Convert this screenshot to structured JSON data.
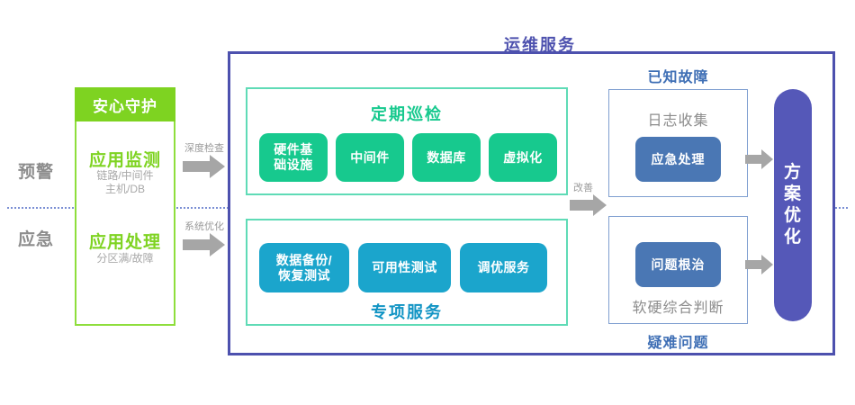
{
  "diagram": {
    "title": "运维服务",
    "stages": [
      {
        "label": "预警"
      },
      {
        "label": "应急"
      }
    ],
    "left_column": {
      "header": "安心守护",
      "items": [
        {
          "title": "应用监测",
          "sub_line1": "链路/中间件",
          "sub_line2": "主机/DB"
        },
        {
          "title": "应用处理",
          "sub_line1": "分区满/故障",
          "sub_line2": ""
        }
      ]
    },
    "connectors": [
      {
        "label": "深度检查",
        "icon": "arrow-right-icon"
      },
      {
        "label": "系统优化",
        "icon": "arrow-right-icon"
      },
      {
        "label": "改善",
        "icon": "arrow-right-icon"
      }
    ],
    "panels": [
      {
        "title": "定期巡检",
        "title_position": "top",
        "accent": "#17c98e",
        "items": [
          {
            "line1": "硬件基",
            "line2": "础设施"
          },
          {
            "line1": "中间件",
            "line2": ""
          },
          {
            "line1": "数据库",
            "line2": ""
          },
          {
            "line1": "虚拟化",
            "line2": ""
          }
        ]
      },
      {
        "title": "专项服务",
        "title_position": "bottom",
        "accent": "#1ba5cc",
        "items": [
          {
            "line1": "数据备份/",
            "line2": "恢复测试"
          },
          {
            "line1": "可用性测试",
            "line2": ""
          },
          {
            "line1": "调优服务",
            "line2": ""
          }
        ]
      }
    ],
    "fault_columns": [
      {
        "heading": "已知故障",
        "heading_position": "top",
        "sub": "日志收集",
        "sub_position": "top",
        "pill": "应急处理"
      },
      {
        "heading": "疑难问题",
        "heading_position": "bottom",
        "sub": "软硬综合判断",
        "sub_position": "bottom",
        "pill": "问题根治"
      }
    ],
    "result": {
      "chars": [
        "方",
        "案",
        "优",
        "化"
      ]
    },
    "colors": {
      "brand_green": "#7ed321",
      "panel_green": "#17c98e",
      "panel_blue": "#1ba5cc",
      "frame_purple": "#4d51ae",
      "result_purple": "#5558b8",
      "fault_blue": "#4a77b4",
      "arrow_grey": "#9a9a9a"
    }
  }
}
